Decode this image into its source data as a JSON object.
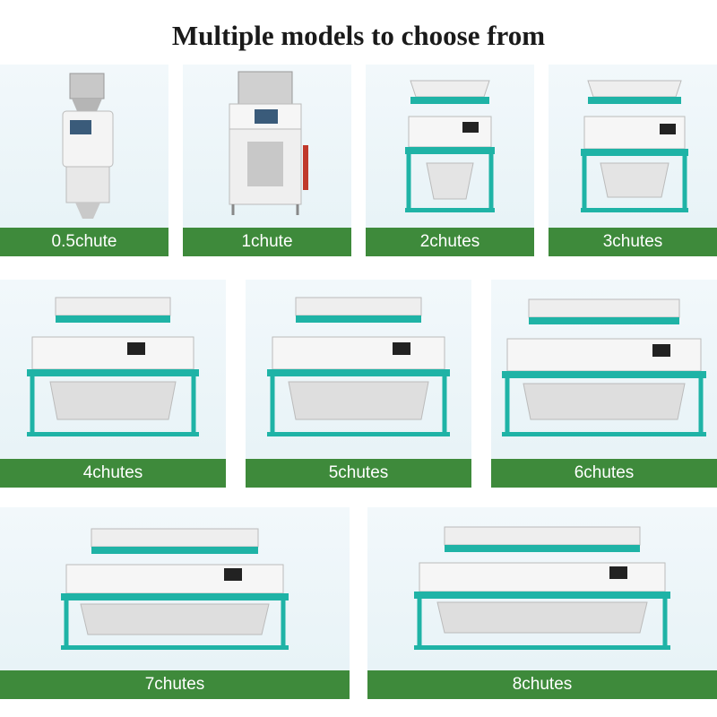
{
  "title": "Multiple models to choose from",
  "colors": {
    "banner": "#3e8a3b",
    "teal": "#1fb3a6",
    "card_bg": "#eaf4f7"
  },
  "models": [
    {
      "label": "0.5chute",
      "chutes": 0.5
    },
    {
      "label": "1chute",
      "chutes": 1
    },
    {
      "label": "2chutes",
      "chutes": 2
    },
    {
      "label": "3chutes",
      "chutes": 3
    },
    {
      "label": "4chutes",
      "chutes": 4
    },
    {
      "label": "5chutes",
      "chutes": 5
    },
    {
      "label": "6chutes",
      "chutes": 6
    },
    {
      "label": "7chutes",
      "chutes": 7
    },
    {
      "label": "8chutes",
      "chutes": 8
    }
  ]
}
